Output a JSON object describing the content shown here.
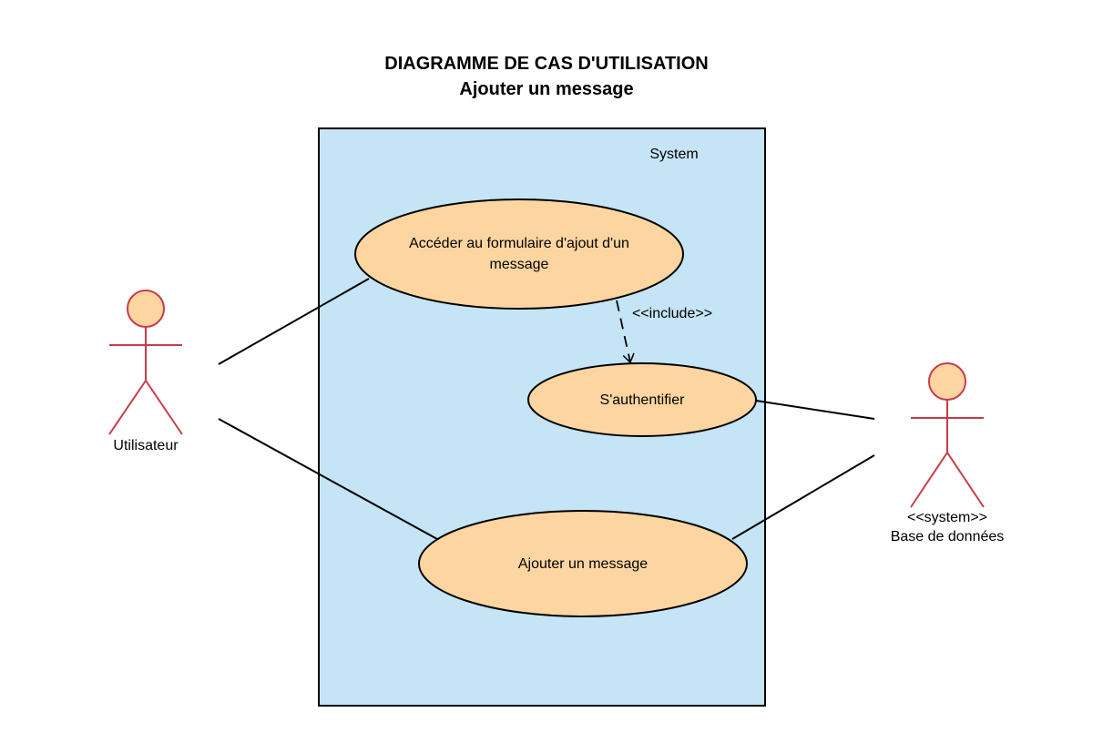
{
  "title": {
    "line1": "DIAGRAMME DE CAS D'UTILISATION",
    "line2": "Ajouter un message"
  },
  "system": {
    "label": "System"
  },
  "actors": {
    "user": {
      "label": "Utilisateur"
    },
    "database": {
      "stereotype": "<<system>>",
      "label": "Base de données"
    }
  },
  "use_cases": {
    "form": {
      "line1": "Accéder au formulaire d'ajout d'un",
      "line2": "message"
    },
    "auth": {
      "label": "S'authentifier"
    },
    "add": {
      "label": "Ajouter un message"
    }
  },
  "relations": {
    "include": {
      "label": "<<include>>"
    }
  },
  "colors": {
    "system_fill": "#c5e4f6",
    "use_case_fill": "#fdd5a0",
    "actor_stroke": "#c83c4a",
    "actor_fill": "#fdd5a0",
    "line": "#000000"
  }
}
